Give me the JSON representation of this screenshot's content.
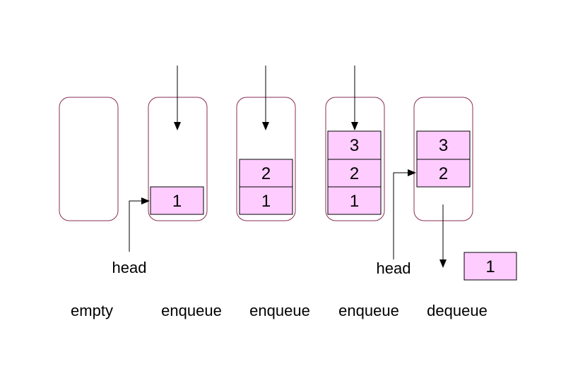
{
  "colors": {
    "background": "#ffffff",
    "container_stroke": "#8a2e55",
    "cell_fill": "#ffccff",
    "cell_stroke": "#000000",
    "arrow": "#000000",
    "text": "#000000"
  },
  "stages": [
    {
      "label": "empty",
      "items": []
    },
    {
      "label": "enqueue",
      "items": [
        "1"
      ]
    },
    {
      "label": "enqueue",
      "items": [
        "2",
        "1"
      ]
    },
    {
      "label": "enqueue",
      "items": [
        "3",
        "2",
        "1"
      ]
    },
    {
      "label": "dequeue",
      "items": [
        "3",
        "2"
      ]
    }
  ],
  "head_labels": [
    "head",
    "head"
  ],
  "dequeued_item": "1"
}
